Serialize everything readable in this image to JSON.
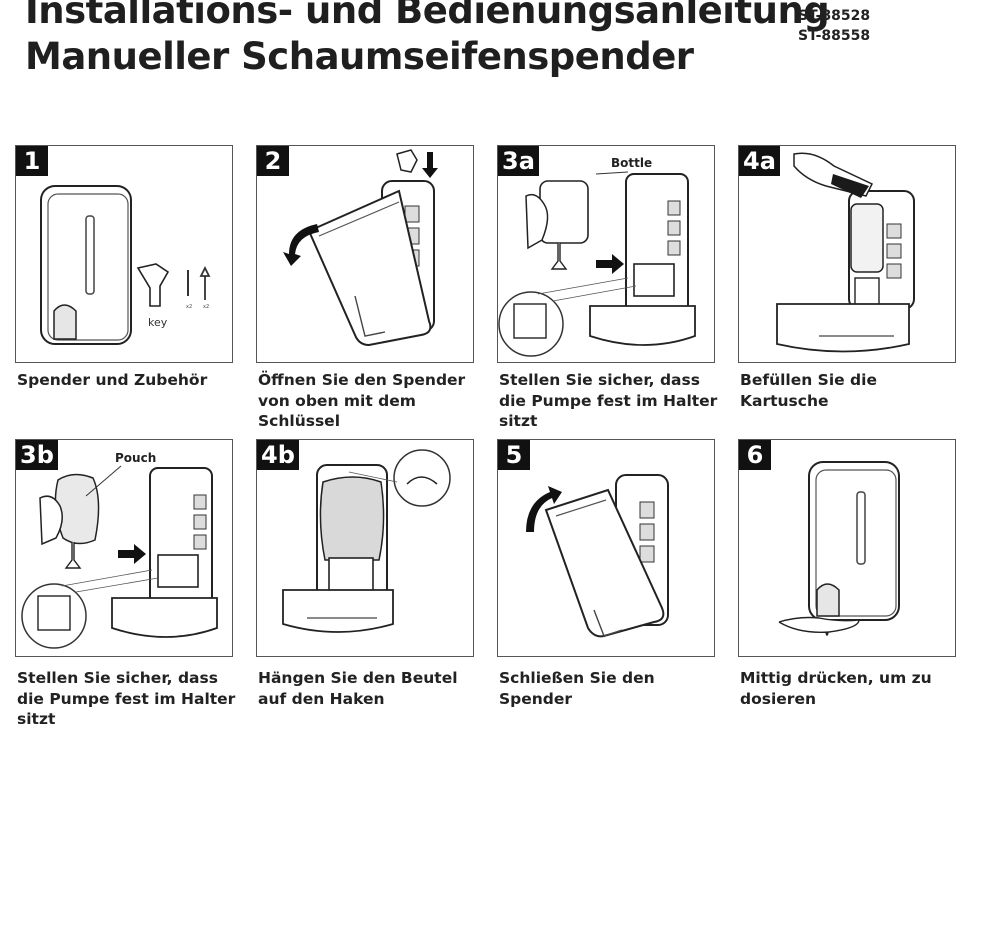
{
  "title": {
    "line1": "Installations- und Bedienungsanleitung",
    "line2": "Manueller Schaumseifenspender"
  },
  "models": [
    "ST-88528",
    "ST-88558"
  ],
  "steps": [
    {
      "number": "1",
      "caption": "Spender und Zubehör",
      "labels": {
        "key": "key",
        "qty1": "x2",
        "qty2": "x2"
      }
    },
    {
      "number": "2",
      "caption": "Öffnen Sie den Spender von oben mit dem Schlüssel"
    },
    {
      "number": "3a",
      "caption": "Stellen Sie sicher, dass die Pumpe fest im Halter sitzt",
      "labels": {
        "refill": "Bottle"
      }
    },
    {
      "number": "4a",
      "caption": "Befüllen Sie die Kartusche"
    },
    {
      "number": "3b",
      "caption": "Stellen Sie sicher, dass die Pumpe fest im Halter sitzt",
      "labels": {
        "refill": "Pouch"
      }
    },
    {
      "number": "4b",
      "caption": "Hängen Sie den Beutel auf den Haken"
    },
    {
      "number": "5",
      "caption": "Schließen Sie den Spender"
    },
    {
      "number": "6",
      "caption": "Mittig drücken, um zu dosieren"
    }
  ]
}
